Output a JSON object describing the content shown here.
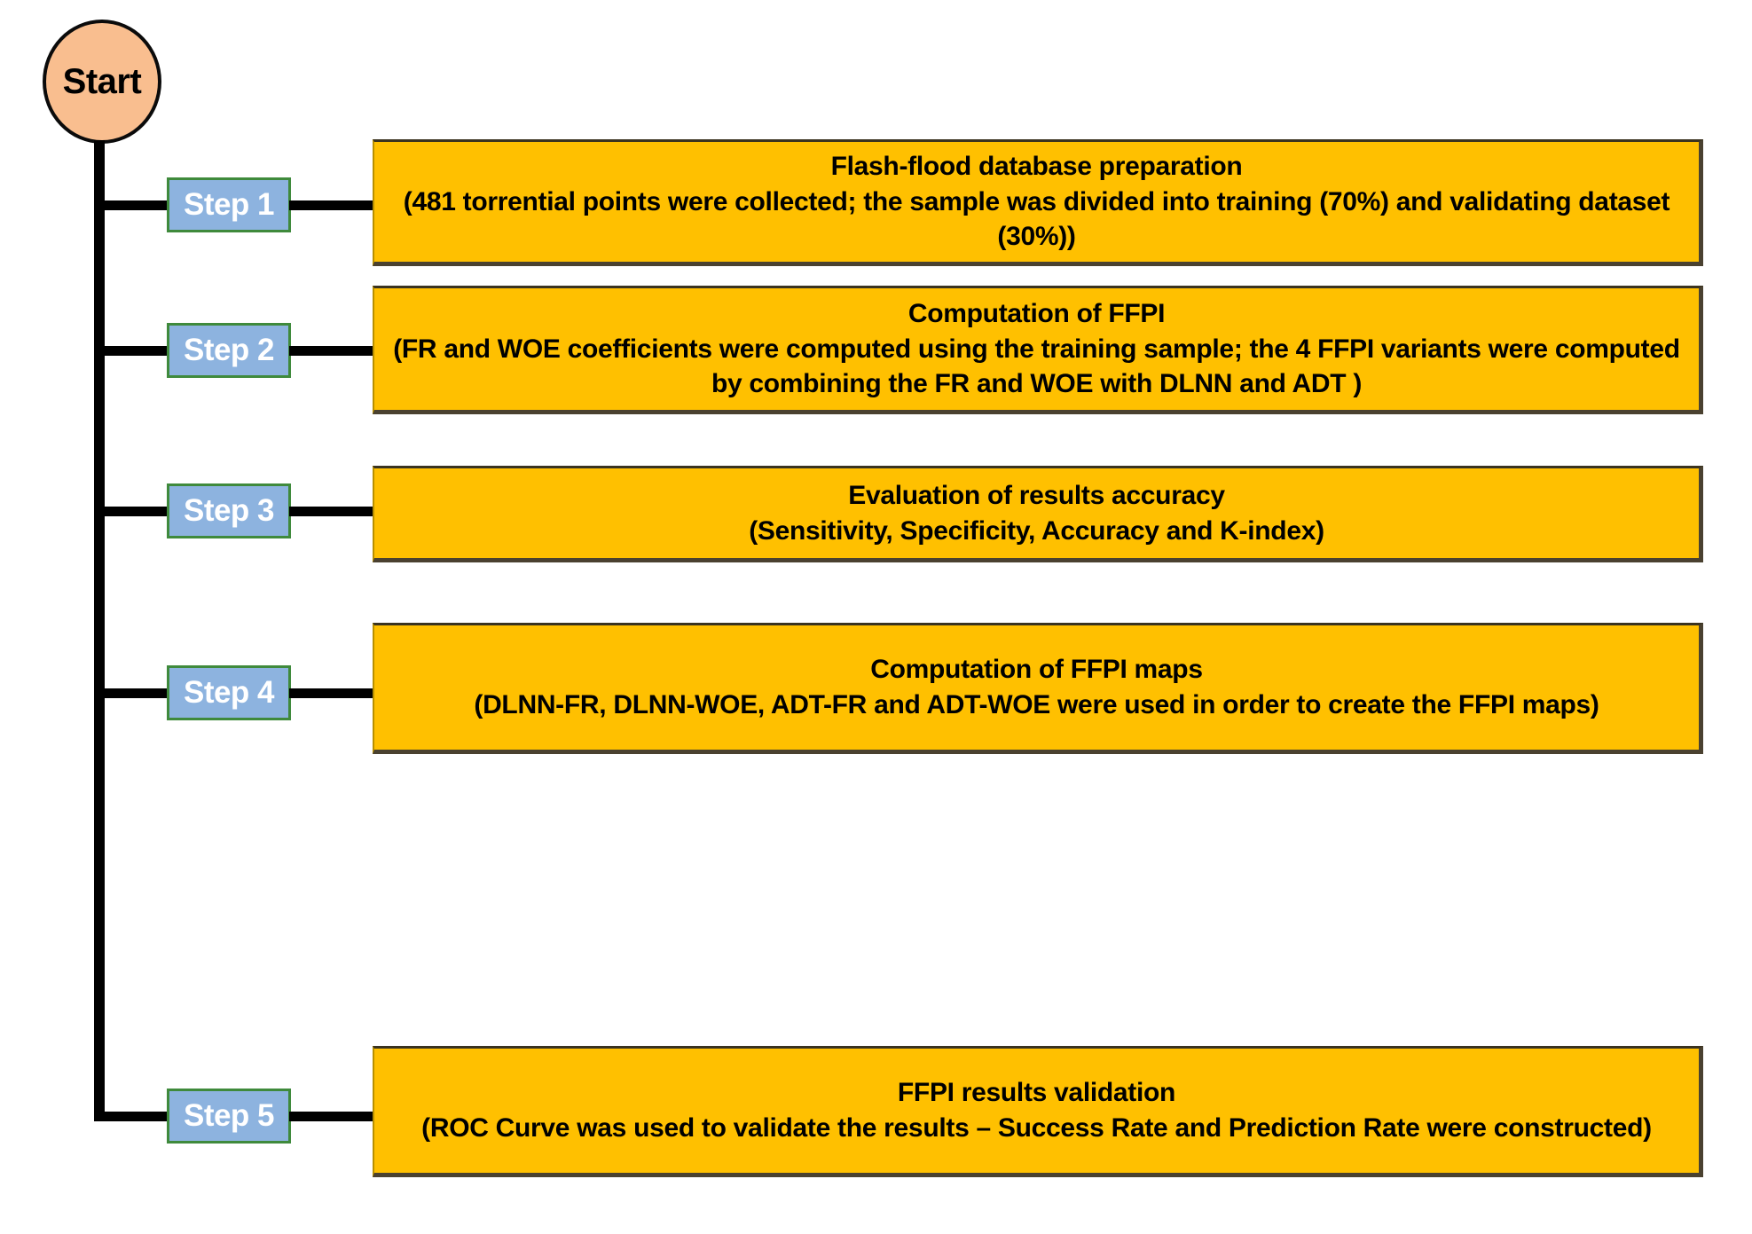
{
  "diagram": {
    "start": {
      "label": "Start",
      "fill": "#F9BE8F",
      "stroke": "#000000"
    },
    "colors": {
      "step_fill": "#8DB3DF",
      "step_border": "#3F8A3C",
      "step_text": "#FFFFFF",
      "box_fill": "#FFC000",
      "box_text": "#000000",
      "connector": "#000000"
    },
    "steps": [
      {
        "chip": "Step 1",
        "title": "Flash-flood database preparation",
        "body": "(481 torrential points were collected; the sample was divided into training (70%) and validating dataset (30%))"
      },
      {
        "chip": "Step 2",
        "title": "Computation of FFPI",
        "body": "(FR and WOE coefficients were computed using the training sample; the 4 FFPI variants were computed by combining the FR and WOE with DLNN and ADT )"
      },
      {
        "chip": "Step 3",
        "title": "Evaluation of results accuracy",
        "body": "(Sensitivity, Specificity, Accuracy and K-index)"
      },
      {
        "chip": "Step 4",
        "title": "Computation of FFPI maps",
        "body": "(DLNN-FR, DLNN-WOE, ADT-FR and ADT-WOE were used in order to create the FFPI maps)"
      },
      {
        "chip": "Step 5",
        "title": "FFPI results validation",
        "body": "(ROC Curve was used to validate the results – Success Rate and Prediction Rate were constructed)"
      }
    ]
  }
}
